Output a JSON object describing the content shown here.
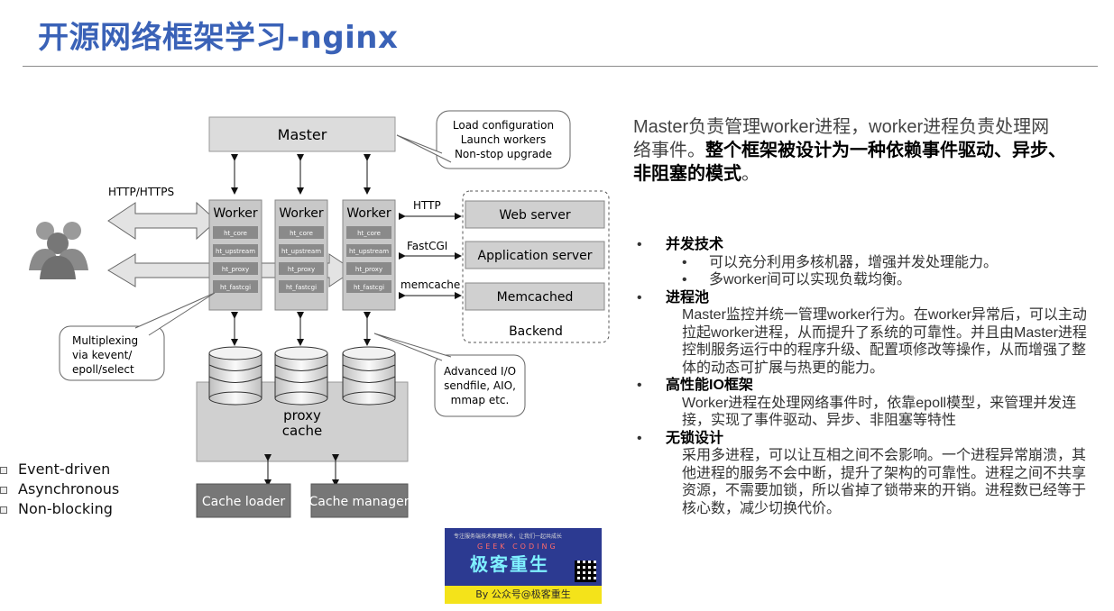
{
  "title": "开源网络框架学习-nginx",
  "diagram": {
    "master": "Master",
    "callout_master": [
      "Load configuration",
      "Launch workers",
      "Non-stop upgrade"
    ],
    "http_https": "HTTP/HTTPS",
    "worker": "Worker",
    "modules": [
      "ht_core",
      "ht_upstream",
      "ht_proxy",
      "ht_fastcgi"
    ],
    "proto_labels": [
      "HTTP",
      "FastCGI",
      "memcache"
    ],
    "backends": [
      "Web server",
      "Application server",
      "Memcached"
    ],
    "backend_label": "Backend",
    "callout_mux": [
      "Multiplexing",
      "via kevent/",
      "epoll/select"
    ],
    "callout_io": [
      "Advanced I/O",
      "sendfile, AIO,",
      "mmap etc."
    ],
    "proxy_cache": [
      "proxy",
      "cache"
    ],
    "cache_loader": "Cache loader",
    "cache_manager": "Cache manager",
    "tags": [
      "Event-driven",
      "Asynchronous",
      "Non-blocking"
    ]
  },
  "intro": {
    "normal": "Master负责管理worker进程，worker进程负责处理网络事件。",
    "bold": "整个框架被设计为一种依赖事件驱动、异步、非阻塞的模式",
    "end": "。"
  },
  "bullets": {
    "b1_head": "并发技术",
    "b1_sub1": "可以充分利用多核机器，增强并发处理能力。",
    "b1_sub2": "多worker间可以实现负载均衡。",
    "b2_head": "进程池",
    "b2_text": "Master监控并统一管理worker行为。在worker异常后，可以主动拉起worker进程，从而提升了系统的可靠性。并且由Master进程控制服务运行中的程序升级、配置项修改等操作，从而增强了整体的动态可扩展与热更的能力。",
    "b3_head": "高性能IO框架",
    "b3_text": "Worker进程在处理网络事件时，依靠epoll模型，来管理并发连接，实现了事件驱动、异步、非阻塞等特性",
    "b4_head": "无锁设计",
    "b4_text": "采用多进程，可以让互相之间不会影响。一个进程异常崩溃，其他进程的服务不会中断，提升了架构的可靠性。进程之间不共享资源，不需要加锁，所以省掉了锁带来的开销。进程数已经等于核心数，减少切换代价。",
    "bullet_char": "•"
  },
  "logo": {
    "top_text": "专注服务端技术原理技术，让我们一起共成长",
    "geek": "GEEK CODING",
    "name": "极客重生",
    "by": "By 公众号@极客重生"
  }
}
